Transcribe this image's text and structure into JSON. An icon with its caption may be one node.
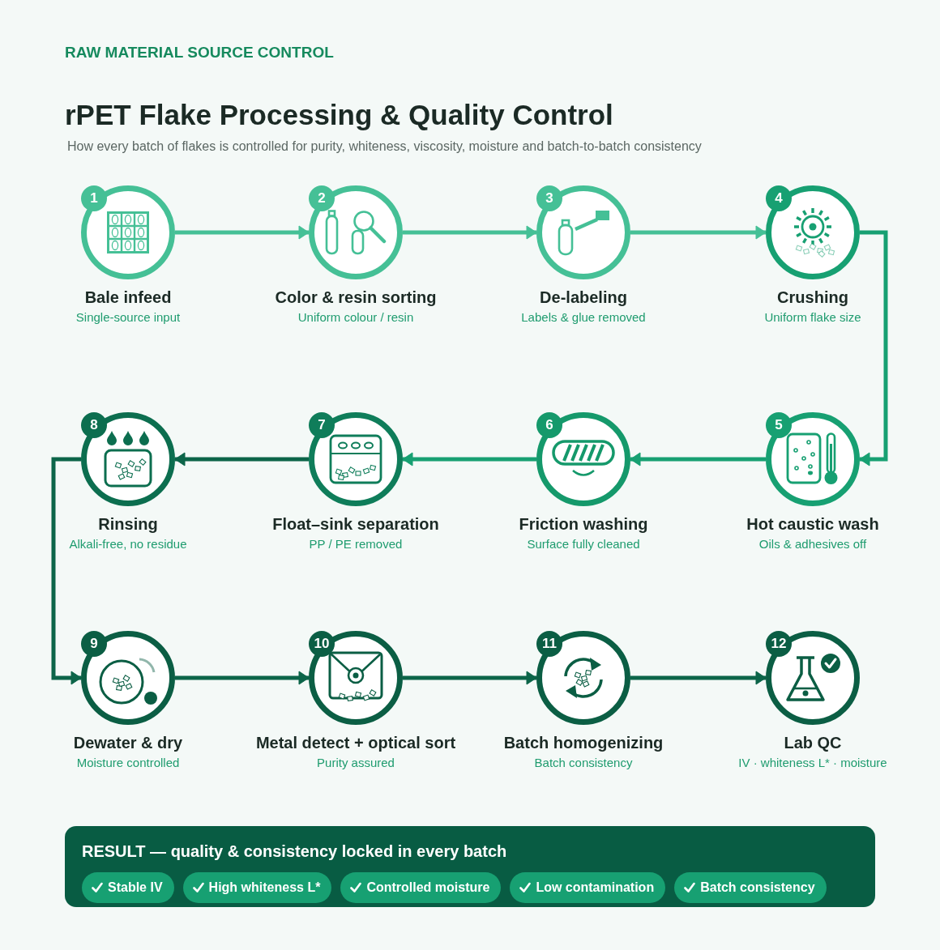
{
  "diagram": {
    "title": "rPET Flake Processing & Quality Control",
    "nodes": [
      {
        "text": [
          "1"
        ],
        "beside": [
          "Bale infeed",
          "Single-source input"
        ]
      },
      {
        "text": [
          "2"
        ],
        "beside": [
          "Color & resin sorting",
          "Uniform colour / resin"
        ]
      },
      {
        "text": [
          "3"
        ],
        "beside": [
          "De-labeling",
          "Labels & glue removed"
        ]
      },
      {
        "text": [
          "4"
        ],
        "beside": [
          "Crushing",
          "Uniform flake size"
        ]
      },
      {
        "text": [
          "5"
        ],
        "beside": [
          "Hot caustic wash",
          "Oils & adhesives off"
        ]
      },
      {
        "text": [
          "6"
        ],
        "beside": [
          "Friction washing",
          "Surface fully cleaned"
        ]
      },
      {
        "text": [
          "7"
        ],
        "beside": [
          "Float–sink separation",
          "PP / PE removed"
        ]
      },
      {
        "text": [
          "8"
        ],
        "beside": [
          "Rinsing",
          "Alkali-free, no residue"
        ]
      },
      {
        "text": [
          "9"
        ],
        "beside": [
          "Dewater & dry",
          "Moisture controlled"
        ]
      },
      {
        "text": [
          "10"
        ],
        "beside": [
          "Metal detect + optical sort",
          "Purity assured"
        ]
      },
      {
        "text": [
          "11"
        ],
        "beside": [
          "Batch homogenizing",
          "Batch consistency"
        ]
      },
      {
        "text": [
          "12"
        ],
        "beside": [
          "Lab QC",
          "IV · whiteness L* · moisture"
        ]
      },
      {
        "text": [
          "RESULT — quality & consistency locked in every batch"
        ]
      },
      {
        "text": [
          "Stable IV"
        ],
        "in": 12
      },
      {
        "text": [
          "High whiteness L*"
        ],
        "in": 12
      },
      {
        "text": [
          "Controlled moisture"
        ],
        "in": 12
      },
      {
        "text": [
          "Low contamination"
        ],
        "in": 12
      },
      {
        "text": [
          "Batch consistency"
        ],
        "in": 12
      }
    ],
    "edges": [
      {
        "from": 0,
        "to": 1,
        "arrow": "to",
        "color": "#45c096"
      },
      {
        "from": 1,
        "to": 2,
        "arrow": "to",
        "color": "#45c096"
      },
      {
        "from": 2,
        "to": 3,
        "arrow": "to",
        "color": "#45c096"
      },
      {
        "from": 3,
        "to": 4,
        "arrow": "to",
        "color": "#17a072"
      },
      {
        "from": 4,
        "to": 5,
        "arrow": "to",
        "color": "#17a072"
      },
      {
        "from": 5,
        "to": 6,
        "arrow": "to",
        "color": "#17a072"
      },
      {
        "from": 6,
        "to": 7,
        "arrow": "to"
      },
      {
        "from": 7,
        "to": 8,
        "arrow": "to"
      },
      {
        "from": 8,
        "to": 9,
        "arrow": "to"
      },
      {
        "from": 9,
        "to": 10,
        "arrow": "to"
      },
      {
        "from": 10,
        "to": 11,
        "arrow": "to"
      }
    ],
    "labels": [
      "RAW MATERIAL SOURCE CONTROL",
      "How every batch of flakes is controlled for purity, whiteness, viscosity, moisture and batch-to-batch consistency"
    ]
  }
}
